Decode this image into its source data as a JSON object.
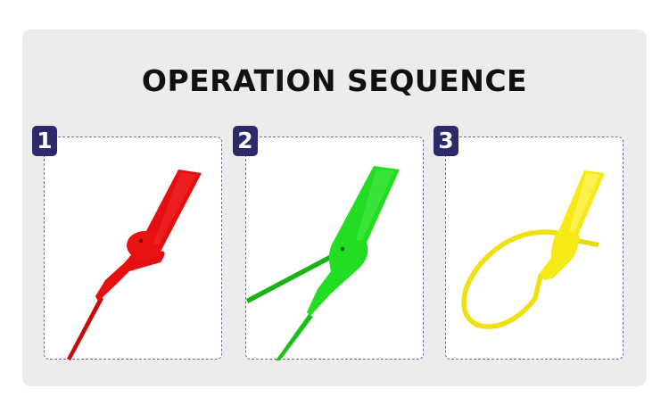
{
  "title": "OPERATION SEQUENCE",
  "steps": [
    {
      "number": "1",
      "color": "#e60f0f"
    },
    {
      "number": "2",
      "color": "#22dd22"
    },
    {
      "number": "3",
      "color": "#f5ea15"
    }
  ],
  "colors": {
    "panel_bg": "#ececec",
    "badge_bg": "#2d2a6b",
    "card_border": "#6e6a9a",
    "title": "#111111"
  }
}
